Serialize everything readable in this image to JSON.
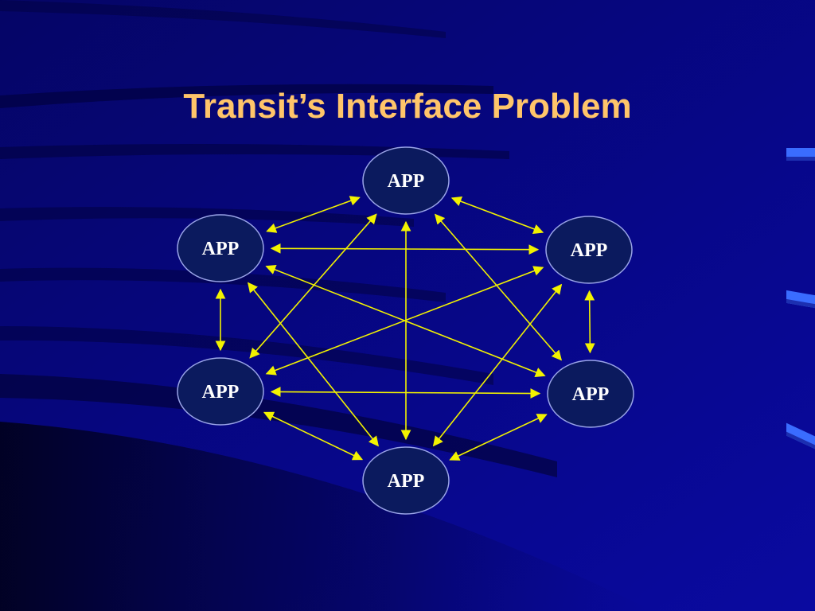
{
  "slide": {
    "title": "Transit’s Interface Problem",
    "colors": {
      "background": "#06067a",
      "title": "#ffc56a",
      "node_fill": "#0b1a5e",
      "node_stroke": "#9aa4e8",
      "arrow": "#f2f200"
    }
  },
  "diagram": {
    "nodes": [
      {
        "id": "top",
        "label": "APP"
      },
      {
        "id": "upper-left",
        "label": "APP"
      },
      {
        "id": "upper-right",
        "label": "APP"
      },
      {
        "id": "lower-left",
        "label": "APP"
      },
      {
        "id": "lower-right",
        "label": "APP"
      },
      {
        "id": "bottom",
        "label": "APP"
      }
    ],
    "edges": [
      [
        "top",
        "upper-left"
      ],
      [
        "top",
        "upper-right"
      ],
      [
        "top",
        "lower-left"
      ],
      [
        "top",
        "lower-right"
      ],
      [
        "top",
        "bottom"
      ],
      [
        "upper-left",
        "upper-right"
      ],
      [
        "upper-left",
        "lower-left"
      ],
      [
        "upper-left",
        "lower-right"
      ],
      [
        "upper-left",
        "bottom"
      ],
      [
        "upper-right",
        "lower-left"
      ],
      [
        "upper-right",
        "lower-right"
      ],
      [
        "upper-right",
        "bottom"
      ],
      [
        "lower-left",
        "lower-right"
      ],
      [
        "lower-left",
        "bottom"
      ],
      [
        "lower-right",
        "bottom"
      ]
    ],
    "edge_style": "bidirectional-arrow"
  }
}
